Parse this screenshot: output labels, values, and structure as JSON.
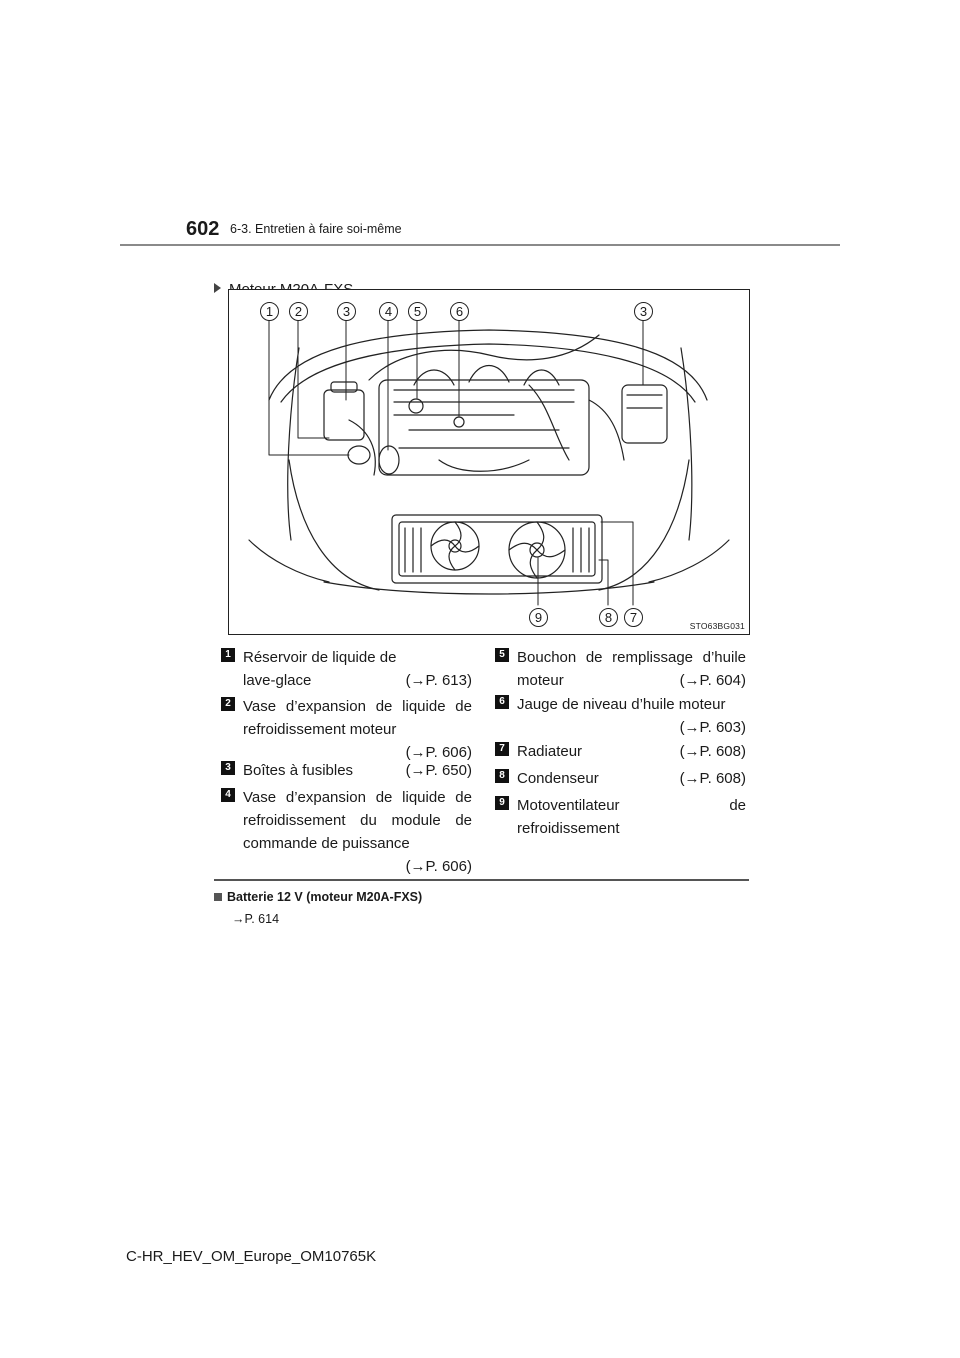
{
  "header": {
    "page_number": "602",
    "section": "6-3. Entretien à faire soi-même"
  },
  "subheading": "Moteur M20A-FXS",
  "figure": {
    "code": "STO63BG031",
    "callouts_top": [
      "1",
      "2",
      "3",
      "4",
      "5",
      "6",
      "3"
    ],
    "callouts_bottom": [
      "9",
      "8",
      "7"
    ]
  },
  "legend": [
    {
      "num": "1",
      "line1": "Réservoir de liquide de",
      "line2": "lave-glace",
      "ref": "(→P. 613)"
    },
    {
      "num": "2",
      "line1": "Vase d’expansion de liquide de",
      "line2": "refroidissement moteur",
      "ref": "(→P. 606)"
    },
    {
      "num": "3",
      "line1": "Boîtes à fusibles",
      "ref": "(→P. 650)"
    },
    {
      "num": "4",
      "line1": "Vase d’expansion de liquide de",
      "line2": "refroidissement du module de",
      "line3": "commande de puissance",
      "ref": "(→P. 606)"
    },
    {
      "num": "5",
      "line1": "Bouchon de remplissage d’huile",
      "line2": "moteur",
      "ref": "(→P. 604)"
    },
    {
      "num": "6",
      "line1": "Jauge de niveau d’huile moteur",
      "ref": "(→P. 603)"
    },
    {
      "num": "7",
      "line1": "Radiateur",
      "ref": "(→P. 608)"
    },
    {
      "num": "8",
      "line1": "Condenseur",
      "ref": "(→P. 608)"
    },
    {
      "num": "9",
      "line1": "Motoventilateur",
      "line1b": "de",
      "line2": "refroidissement"
    }
  ],
  "note": {
    "heading": "Batterie 12 V (moteur M20A-FXS)",
    "ref": "→P. 614"
  },
  "footer": "C-HR_HEV_OM_Europe_OM10765K"
}
